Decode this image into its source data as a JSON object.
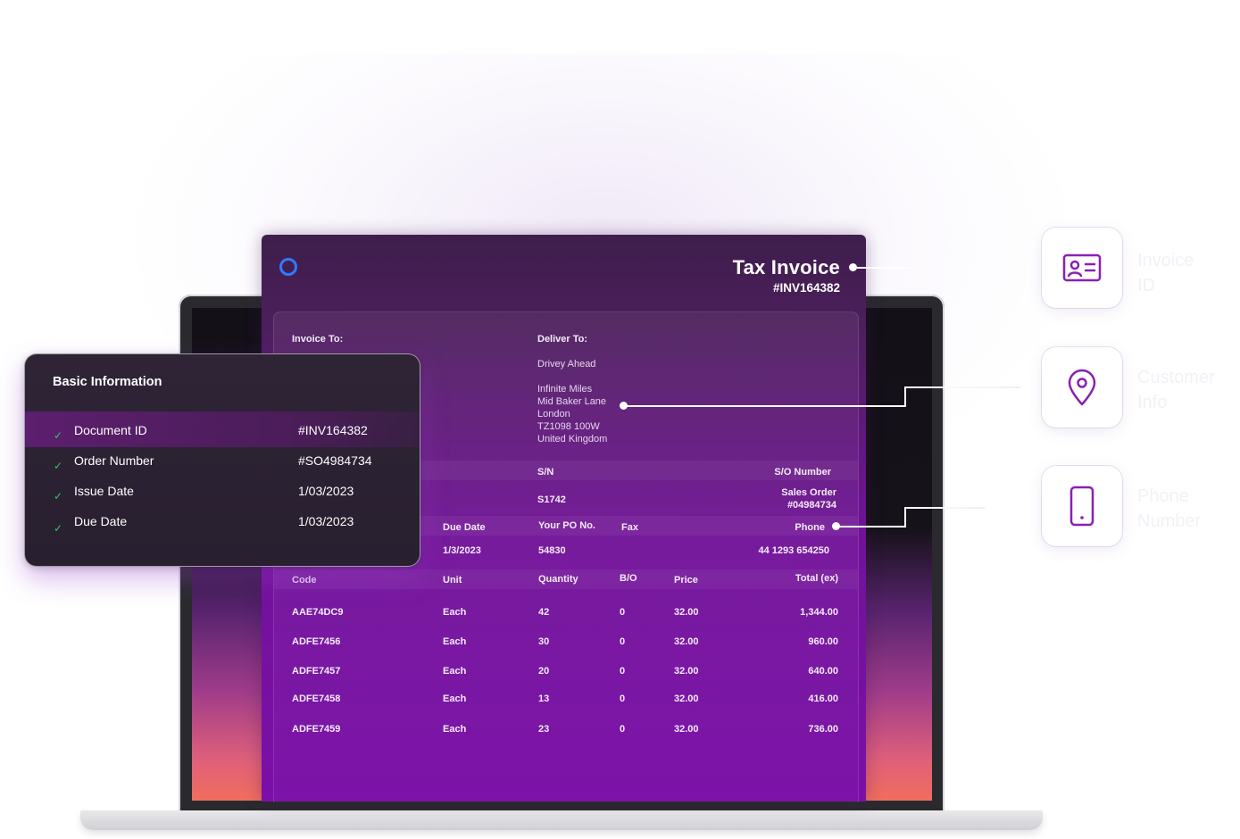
{
  "invoice": {
    "title": "Tax Invoice",
    "number": "#INV164382",
    "invoice_to_label": "Invoice To:",
    "deliver_to_label": "Deliver To:",
    "deliver_to": {
      "name": "Drivey Ahead",
      "address_lines": [
        "Infinite Miles",
        "Mid Baker Lane",
        "London",
        "TZ1098 100W",
        "United Kingdom"
      ]
    },
    "sn_label": "S/N",
    "so_number_label": "S/O Number",
    "sn_value": "S1742",
    "so_value_line1": "Sales Order",
    "so_value_line2": "#04984734",
    "due_date_label": "Due Date",
    "po_label": "Your PO No.",
    "fax_label": "Fax",
    "phone_label": "Phone",
    "due_date_value": "1/3/2023",
    "po_value": "54830",
    "phone_value": "44 1293 654250",
    "table_headers": {
      "code": "Code",
      "unit": "Unit",
      "quantity": "Quantity",
      "bo": "B/O",
      "price": "Price",
      "total": "Total (ex)"
    },
    "line_items": [
      {
        "code": "AAE74DC9",
        "unit": "Each",
        "quantity": "42",
        "bo": "0",
        "price": "32.00",
        "total": "1,344.00"
      },
      {
        "code": "ADFE7456",
        "unit": "Each",
        "quantity": "30",
        "bo": "0",
        "price": "32.00",
        "total": "960.00"
      },
      {
        "code": "ADFE7457",
        "unit": "Each",
        "quantity": "20",
        "bo": "0",
        "price": "32.00",
        "total": "640.00"
      },
      {
        "code": "ADFE7458",
        "unit": "Each",
        "quantity": "13",
        "bo": "0",
        "price": "32.00",
        "total": "416.00"
      },
      {
        "code": "ADFE7459",
        "unit": "Each",
        "quantity": "23",
        "bo": "0",
        "price": "32.00",
        "total": "736.00"
      }
    ]
  },
  "basic_info": {
    "title": "Basic Information",
    "rows": [
      {
        "label": "Document ID",
        "value": "#INV164382"
      },
      {
        "label": "Order Number",
        "value": "#SO4984734"
      },
      {
        "label": "Issue Date",
        "value": "1/03/2023"
      },
      {
        "label": "Due Date",
        "value": "1/03/2023"
      }
    ]
  },
  "features": [
    {
      "label": "Invoice\nID",
      "icon": "id-card-icon"
    },
    {
      "label": "Customer\nInfo",
      "icon": "location-pin-icon"
    },
    {
      "label": "Phone\nNumber",
      "icon": "phone-icon"
    }
  ],
  "colors": {
    "brand_purple": "#7b0fa8",
    "icon_purple": "#8a1fb5",
    "logo_blue": "#2f7bff",
    "check_green": "#36c46a"
  }
}
